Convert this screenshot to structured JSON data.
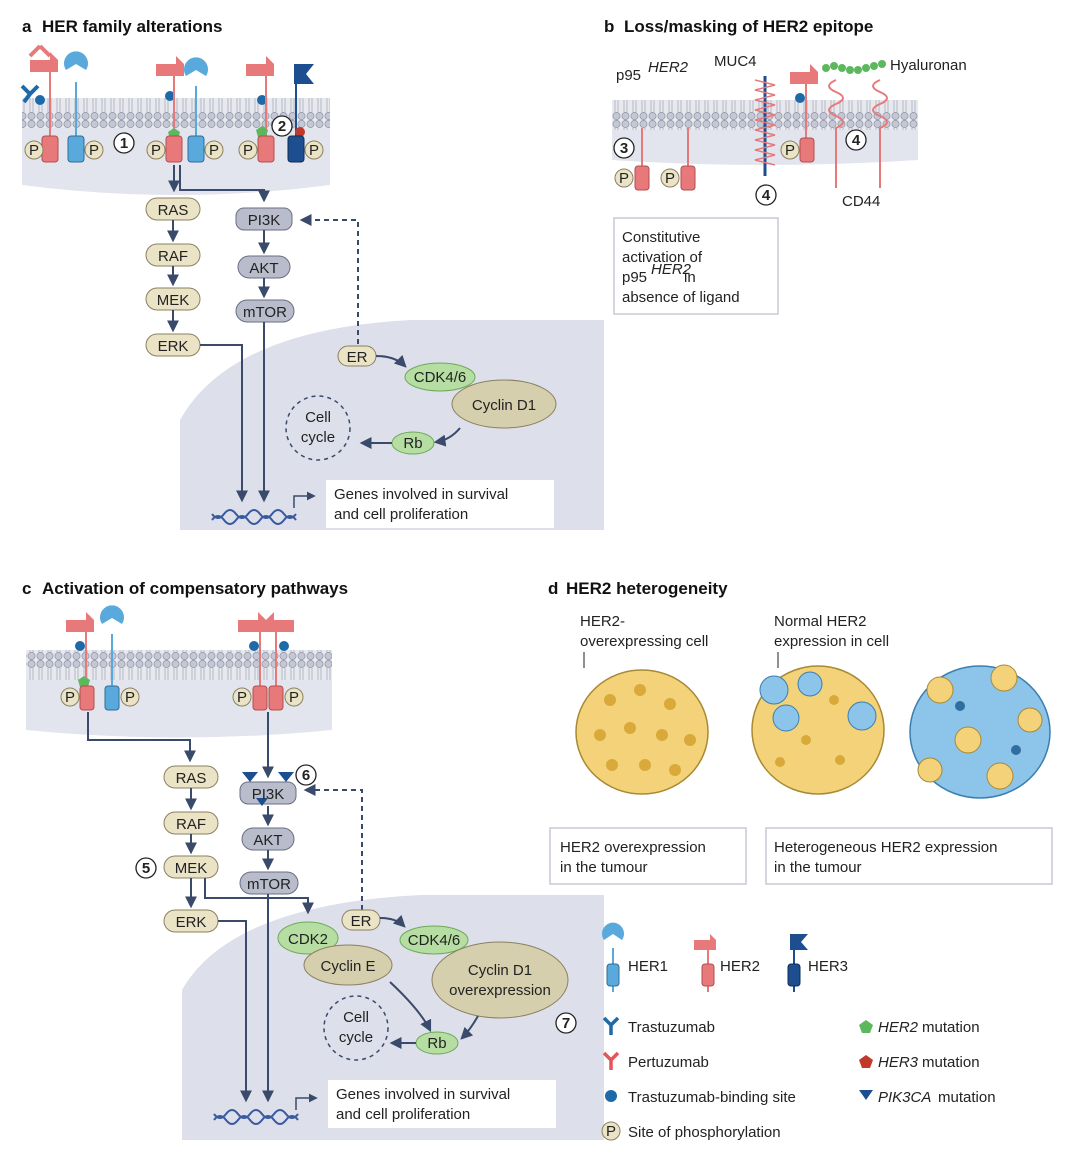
{
  "panels": {
    "a": {
      "letter": "a",
      "title": "HER family alterations"
    },
    "b": {
      "letter": "b",
      "title": "Loss/masking of HER2 epitope"
    },
    "c": {
      "letter": "c",
      "title": "Activation of compensatory pathways"
    },
    "d": {
      "letter": "d",
      "title": "HER2 heterogeneity"
    }
  },
  "phospho": "P",
  "nodes": {
    "ras": "RAS",
    "raf": "RAF",
    "mek": "MEK",
    "erk": "ERK",
    "pi3k": "PI3K",
    "akt": "AKT",
    "mtor": "mTOR",
    "er": "ER",
    "cdk46": "CDK4/6",
    "cyclind1": "Cyclin D1",
    "rb": "Rb",
    "cdk2": "CDK2",
    "cycline": "Cyclin E",
    "cyclind1_over_1": "Cyclin D1",
    "cyclind1_over_2": "overexpression",
    "cell_cycle_1": "Cell",
    "cell_cycle_2": "cycle"
  },
  "genes": {
    "line1": "Genes involved in survival",
    "line2": "and cell proliferation"
  },
  "markers": {
    "m1": "1",
    "m2": "2",
    "m3": "3",
    "m4": "4",
    "m5": "5",
    "m6": "6",
    "m7": "7"
  },
  "b": {
    "p95": "p95",
    "p95_sup": "HER2",
    "muc4": "MUC4",
    "hyaluronan": "Hyaluronan",
    "cd44": "CD44",
    "box": [
      "Constitutive",
      "activation of",
      "in",
      "absence of ligand"
    ]
  },
  "d": {
    "label_over_1": "HER2-",
    "label_over_2": "overexpressing cell",
    "label_norm_1": "Normal HER2",
    "label_norm_2": "expression in cell",
    "box1": [
      "HER2 overexpression",
      "in the tumour"
    ],
    "box2": [
      "Heterogeneous HER2 expression",
      "in the tumour"
    ]
  },
  "legend": {
    "her1": "HER1",
    "her2": "HER2",
    "her3": "HER3",
    "trastuzumab": "Trastuzumab",
    "pertuzumab": "Pertuzumab",
    "binding": "Trastuzumab-binding site",
    "phospho_site": "Site of phosphorylation",
    "her2_mut_gene": "HER2",
    "her2_mut_rest": " mutation",
    "her3_mut_gene": "HER3",
    "her3_mut_rest": " mutation",
    "pik_mut_gene": "PIK3CA",
    "pik_mut_rest": " mutation"
  },
  "colors": {
    "her1": "#5aa9dc",
    "her2": "#e8797b",
    "her3": "#1d4e8f",
    "node_tan": "#ebe3c6",
    "node_gray": "#b9bccb",
    "node_green": "#b6dea3",
    "membrane": "#dfe1ea",
    "nucleus": "#dde0ea",
    "arrow": "#3a4a6a",
    "mut_green": "#5cb85c",
    "mut_red": "#c0392b",
    "binding_blue": "#1e6aa8",
    "cell_yellow": "#f3d27a",
    "cell_blue": "#8cc4ea"
  }
}
